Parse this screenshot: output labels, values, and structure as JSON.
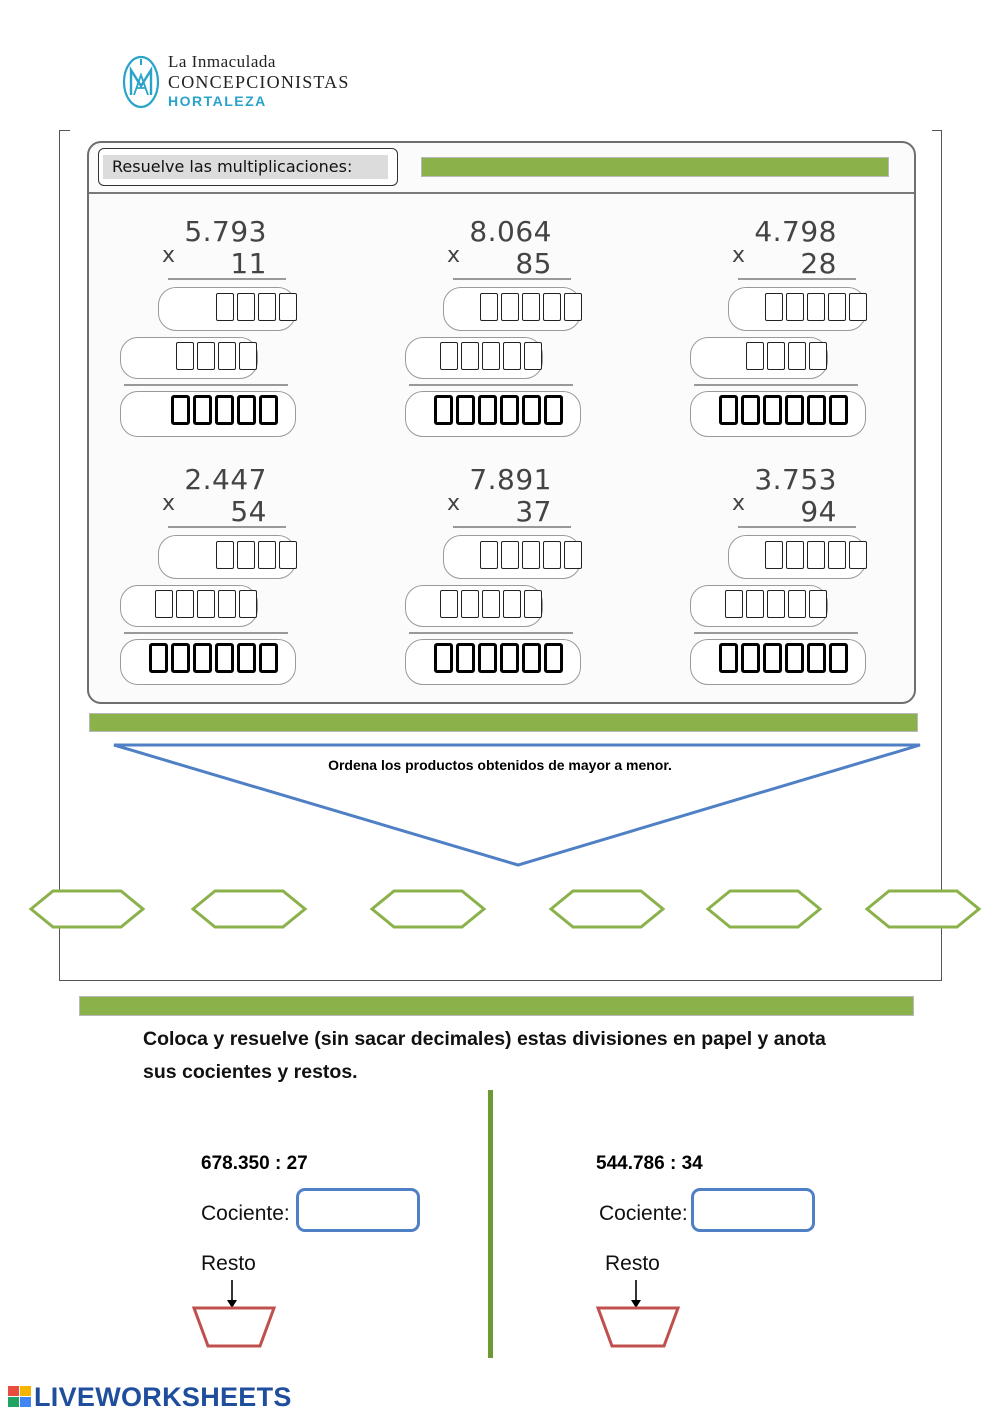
{
  "header": {
    "school_line1": "La Inmaculada",
    "school_line2": "CONCEPCIONISTAS",
    "school_line3": "HORTALEZA",
    "emblem_icon": "marian-monogram-icon",
    "brand_color": "#2aa3c9"
  },
  "section1": {
    "instruction": "Resuelve las multiplicaciones:",
    "problems": [
      {
        "operator": "x",
        "multiplicand": "5.793",
        "multiplier": "11",
        "row1_cells": 4,
        "row2_cells": 4,
        "result_cells": 5
      },
      {
        "operator": "x",
        "multiplicand": "8.064",
        "multiplier": "85",
        "row1_cells": 5,
        "row2_cells": 5,
        "result_cells": 6
      },
      {
        "operator": "x",
        "multiplicand": "4.798",
        "multiplier": "28",
        "row1_cells": 5,
        "row2_cells": 4,
        "result_cells": 6
      },
      {
        "operator": "x",
        "multiplicand": "2.447",
        "multiplier": "54",
        "row1_cells": 4,
        "row2_cells": 5,
        "result_cells": 6
      },
      {
        "operator": "x",
        "multiplicand": "7.891",
        "multiplier": "37",
        "row1_cells": 5,
        "row2_cells": 5,
        "result_cells": 6
      },
      {
        "operator": "x",
        "multiplicand": "3.753",
        "multiplier": "94",
        "row1_cells": 5,
        "row2_cells": 5,
        "result_cells": 6
      }
    ]
  },
  "section2": {
    "instruction": "Ordena los productos obtenidos de mayor a menor.",
    "answer_slots": 6,
    "slot_color": "#8bb14b",
    "funnel_color": "#4f80c6"
  },
  "section3": {
    "instruction": "Coloca y resuelve (sin sacar decimales) estas divisiones en papel y anota sus cocientes y restos.",
    "divisions": [
      {
        "operation": "678.350 : 27",
        "quotient_label": "Cociente:",
        "remainder_label": "Resto"
      },
      {
        "operation": "544.786 : 34",
        "quotient_label": "Cociente:",
        "remainder_label": "Resto"
      }
    ],
    "box_color": "#4f80c6",
    "remainder_color": "#c0504d",
    "divider_color": "#6d9a35"
  },
  "footer": {
    "brand": "LIVEWORKSHEETS",
    "brand_icon": "liveworksheets-logo-icon"
  }
}
